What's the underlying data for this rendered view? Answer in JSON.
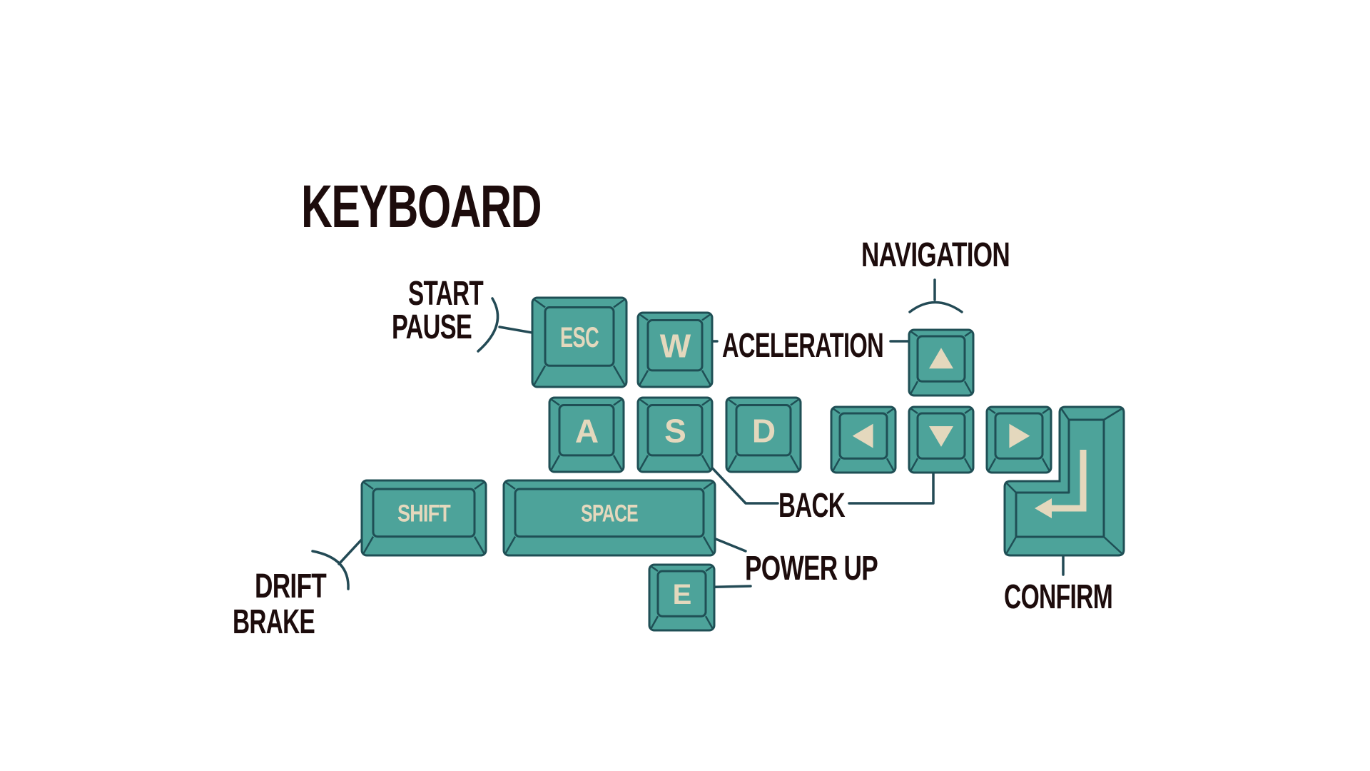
{
  "title": "KEYBOARD",
  "colors": {
    "key_face": "#4da39a",
    "key_outline": "#1f4f55",
    "key_legend": "#e4d8bd",
    "label": "#1d0c0c",
    "leader": "#234a55",
    "background": "#ffffff"
  },
  "keys": {
    "esc": "ESC",
    "w": "W",
    "a": "A",
    "s": "S",
    "d": "D",
    "shift": "SHIFT",
    "space": "SPACE",
    "e": "E",
    "arrow_up": "arrow-up-icon",
    "arrow_down": "arrow-down-icon",
    "arrow_left": "arrow-left-icon",
    "arrow_right": "arrow-right-icon",
    "enter": "enter-icon"
  },
  "labels": {
    "start": "START",
    "pause": "PAUSE",
    "acceleration": "ACELERATION",
    "navigation": "NAVIGATION",
    "back": "BACK",
    "power_up": "POWER UP",
    "drift": "DRIFT",
    "brake": "BRAKE",
    "confirm": "CONFIRM"
  }
}
